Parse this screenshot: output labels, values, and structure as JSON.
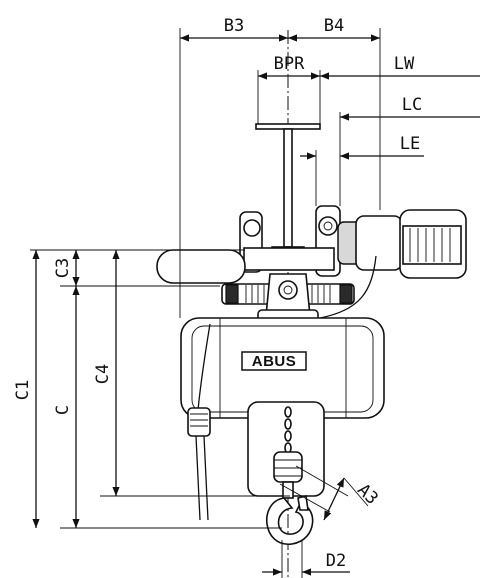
{
  "dimensions": {
    "b3": "B3",
    "b4": "B4",
    "bpr": "BPR",
    "lw": "LW",
    "lc": "LC",
    "le": "LE",
    "c1": "C1",
    "c": "C",
    "c4": "C4",
    "c3": "C3",
    "a3": "A3",
    "d2": "D2"
  },
  "brand": "ABUS"
}
